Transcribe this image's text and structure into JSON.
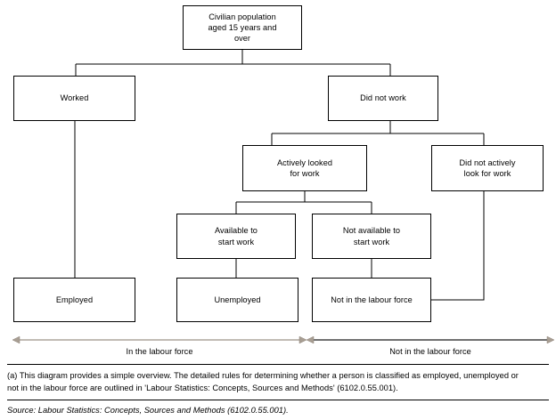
{
  "diagram": {
    "title_note": "(a)",
    "nodes": [
      {
        "id": "civilian-population",
        "label": "Civilian population\naged 15 years and\nover"
      },
      {
        "id": "worked",
        "label": "Worked"
      },
      {
        "id": "did-not-work",
        "label": "Did not work"
      },
      {
        "id": "actively-looked-for-work",
        "label": "Actively looked\nfor work"
      },
      {
        "id": "did-not-actively-look-for-work",
        "label": "Did not actively\nlook for work"
      },
      {
        "id": "available-to-start-work",
        "label": "Available to\nstart work"
      },
      {
        "id": "not-available-to-start-work",
        "label": "Not available to\nstart work"
      },
      {
        "id": "employed",
        "label": "Employed"
      },
      {
        "id": "unemployed",
        "label": "Unemployed"
      },
      {
        "id": "not-in-the-labour-force",
        "label": "Not in the labour force"
      }
    ],
    "brackets": [
      {
        "id": "in-the-labour-force",
        "label": "In the labour force"
      },
      {
        "id": "not-in-the-labour-force",
        "label": "Not in the labour force"
      }
    ],
    "colors": {
      "line": "#000000",
      "box_border": "#000000",
      "background": "#ffffff",
      "arrow_left": "#9c9287",
      "arrow_right_line": "#1a1a1a",
      "arrow_head": "#a89e93",
      "rule": "#000000"
    }
  },
  "notes": {
    "footnote_line1": "(a) This diagram provides a simple overview. The detailed rules for determining whether a person is classified as employed, unemployed or",
    "footnote_line2": "not in the labour force are outlined in 'Labour Statistics: Concepts, Sources and Methods' (6102.0.55.001).",
    "source": "Source: Labour Statistics: Concepts, Sources and Methods (6102.0.55.001)."
  }
}
